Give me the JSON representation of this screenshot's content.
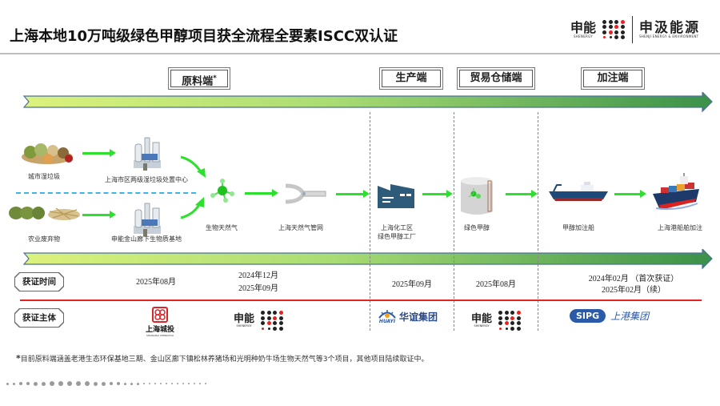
{
  "title": "上海本地10万吨级绿色甲醇项目获全流程全要素ISCC双认证",
  "header_logos": {
    "shenergy": {
      "cn": "申能",
      "en": "SHENERGY"
    },
    "shenji": {
      "cn": "申汲能源",
      "en": "SHENJI ENERGY & ENVIRONMENT"
    }
  },
  "stages": [
    {
      "label": "原料端",
      "mark": "*"
    },
    {
      "label": "生产端",
      "mark": ""
    },
    {
      "label": "贸易仓储端",
      "mark": ""
    },
    {
      "label": "加注端",
      "mark": ""
    }
  ],
  "flow": {
    "sources": [
      {
        "label": "城市湿垃圾",
        "icon": "food-waste-icon"
      },
      {
        "label": "农业废弃物",
        "icon": "agri-waste-icon"
      }
    ],
    "facilities": [
      {
        "label": "上海市区两级湿垃圾处置中心",
        "icon": "processing-plant-icon"
      },
      {
        "label": "申能金山廊下生物质基地",
        "icon": "processing-plant-icon"
      }
    ],
    "nodes": [
      {
        "label": "生物天然气",
        "icon": "methane-molecule-icon"
      },
      {
        "label": "上海天然气管网",
        "icon": "gas-pipeline-icon"
      },
      {
        "label_line1": "上海化工区",
        "label_line2": "绿色甲醇工厂",
        "icon": "factory-icon"
      },
      {
        "label": "绿色甲醇",
        "icon": "storage-tank-icon"
      },
      {
        "label": "甲醇加注船",
        "icon": "bunkering-ship-icon"
      },
      {
        "label": "上海港船舶加注",
        "icon": "container-ship-icon"
      }
    ]
  },
  "rows": {
    "time_label": "获证时间",
    "entity_label": "获证主体",
    "times": [
      {
        "lines": [
          "2025年08月"
        ]
      },
      {
        "lines": [
          "2024年12月",
          "2025年09月"
        ]
      },
      {
        "lines": [
          "2025年09月"
        ]
      },
      {
        "lines": [
          "2025年08月"
        ]
      },
      {
        "lines": [
          "2024年02月 （首次获证）",
          "2025年02月（续）"
        ]
      }
    ],
    "entities": [
      {
        "name": "上海城投",
        "sub": "SHANGHAI CHENGTOU"
      },
      {
        "name": "申能",
        "sub": "SHENERGY"
      },
      {
        "name": "华谊集团",
        "sub": "HUAYI"
      },
      {
        "name": "申能",
        "sub": "SHENERGY"
      },
      {
        "name": "上港集团",
        "sub": "SIPG"
      }
    ]
  },
  "footnote": {
    "mark": "*",
    "text": "目前原料端涵盖老港生态环保基地三期、金山区廊下镇松林养猪场和光明种奶牛场生物天然气等3个项目，其他项目陆续取证中。"
  },
  "colors": {
    "accent_red": "#e52321",
    "arrow_green": "#2ee02e",
    "divider_blue": "#3cb4e6",
    "timeline_start": "#d9f07a",
    "timeline_end": "#3f9a4a"
  }
}
